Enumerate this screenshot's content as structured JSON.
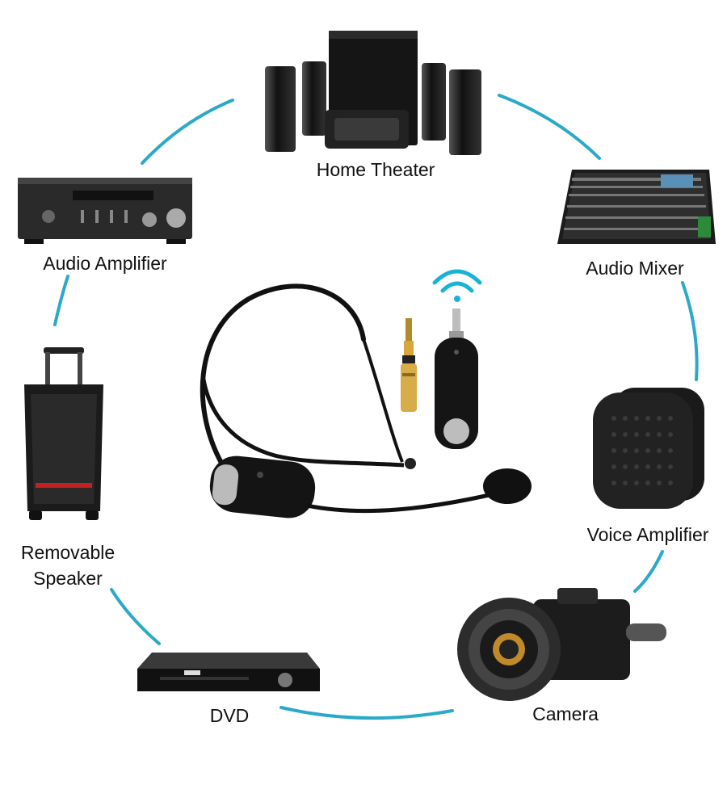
{
  "labels": {
    "home_theater": "Home Theater",
    "audio_mixer": "Audio Mixer",
    "voice_amplifier": "Voice Amplifier",
    "camera": "Camera",
    "dvd": "DVD",
    "removable_speaker_line1": "Removable",
    "removable_speaker_line2": "Speaker",
    "audio_amplifier": "Audio Amplifier"
  },
  "colors": {
    "connector_arc": "#2aa9c9",
    "wifi_signal": "#19b3d6",
    "device_dark": "#1a1a1a",
    "background": "#ffffff"
  },
  "icons": [
    "wifi-signal-icon",
    "headset-microphone",
    "wireless-receiver",
    "audio-adapter-plug"
  ]
}
